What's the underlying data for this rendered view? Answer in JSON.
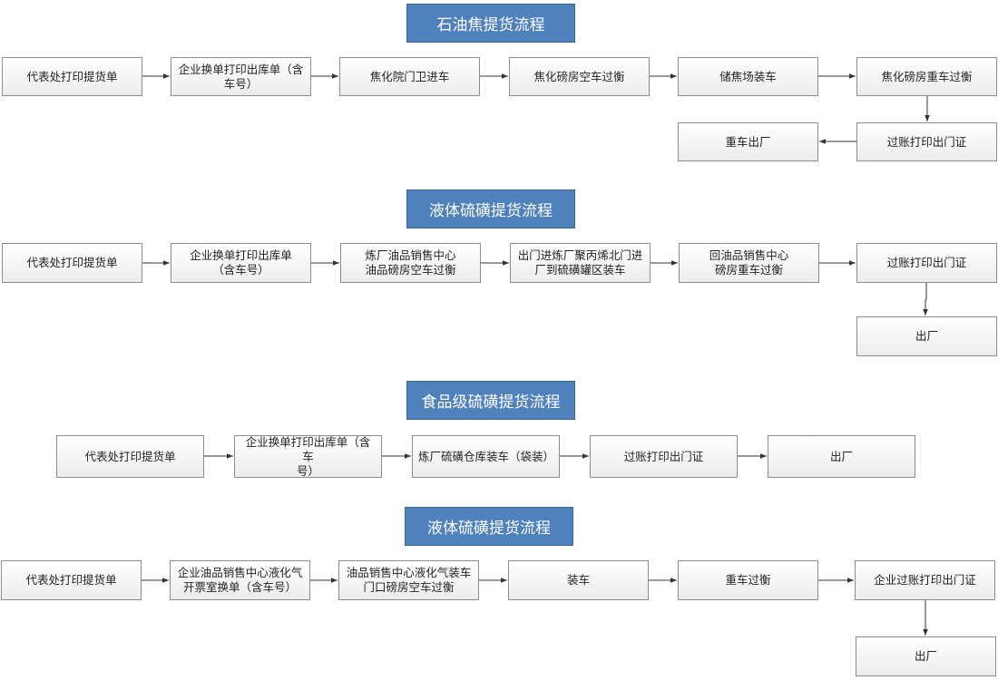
{
  "flows": [
    {
      "title": "石油焦提货流程",
      "steps": [
        "代表处打印提货单",
        "企业换单打印出库单（含\n车号）",
        "焦化院门卫进车",
        "焦化磅房空车过衡",
        "储焦场装车",
        "焦化磅房重车过衡",
        "过账打印出门证",
        "重车出厂"
      ]
    },
    {
      "title": "液体硫磺提货流程",
      "steps": [
        "代表处打印提货单",
        "企业换单打印出库单\n（含车号）",
        "炼厂油品销售中心\n油品磅房空车过衡",
        "出门进炼厂聚丙烯北门进\n厂到硫磺罐区装车",
        "回油品销售中心\n磅房重车过衡",
        "过账打印出门证",
        "出厂"
      ]
    },
    {
      "title": "食品级硫磺提货流程",
      "steps": [
        "代表处打印提货单",
        "企业换单打印出库单（含车\n号）",
        "炼厂硫磺仓库装车（袋装）",
        "过账打印出门证",
        "出厂"
      ]
    },
    {
      "title": "液体硫磺提货流程",
      "steps": [
        "代表处打印提货单",
        "企业油品销售中心液化气\n开票室换单（含车号）",
        "油品销售中心液化气装车\n门口磅房空车过衡",
        "装车",
        "重车过衡",
        "企业过账打印出门证",
        "出厂"
      ]
    }
  ],
  "colors": {
    "title_fill": "#4f81bd",
    "title_text": "#ffffff",
    "box_border": "#8c8c8c",
    "arrow": "#333333"
  }
}
